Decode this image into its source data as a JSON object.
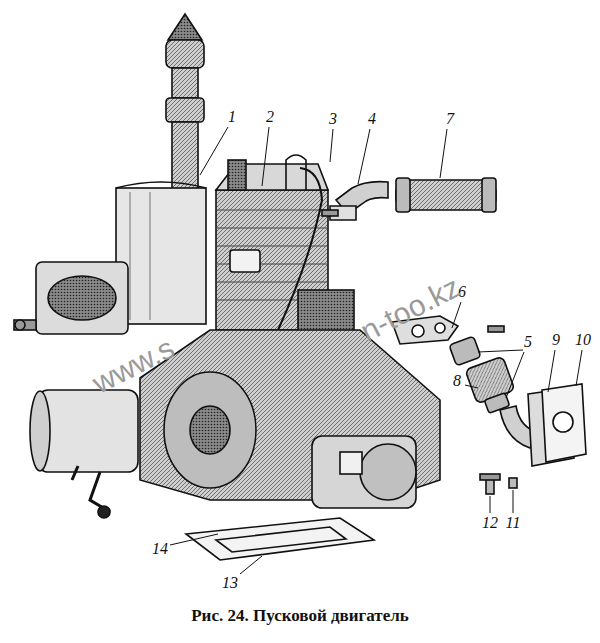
{
  "diagram": {
    "caption": "Рис. 24. Пусковой двигатель",
    "labels": [
      "1",
      "2",
      "3",
      "4",
      "5",
      "6",
      "7",
      "8",
      "9",
      "10",
      "11",
      "12",
      "13",
      "14",
      "www.s",
      "n-too.kz"
    ]
  }
}
